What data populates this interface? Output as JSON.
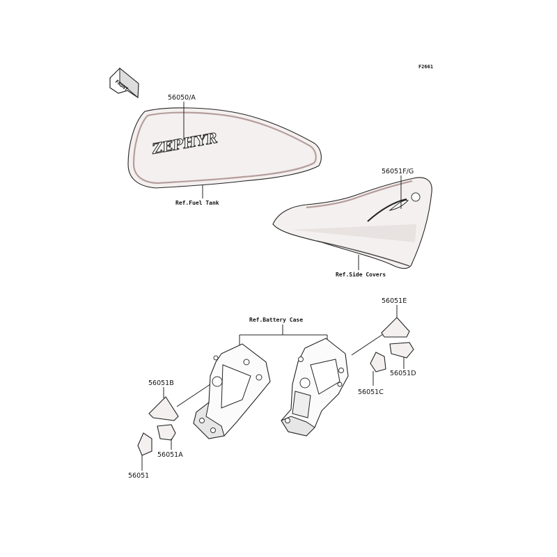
{
  "figure_code": "F2661",
  "front_marker": "FRONT",
  "tank_decal": {
    "part_number": "56050/A",
    "reference": "Ref.Fuel Tank",
    "logo_text": "ZEPHYR"
  },
  "side_cover_decal": {
    "part_number": "56051F/G",
    "reference": "Ref.Side Covers"
  },
  "battery_case": {
    "reference": "Ref.Battery Case"
  },
  "small_decals": {
    "e": "56051E",
    "d": "56051D",
    "c": "56051C",
    "b": "56051B",
    "a": "56051A",
    "base": "56051"
  },
  "colors": {
    "line": "#222222",
    "decal_fill": "#f4f0ef",
    "decal_trim": "#b59e9c"
  }
}
